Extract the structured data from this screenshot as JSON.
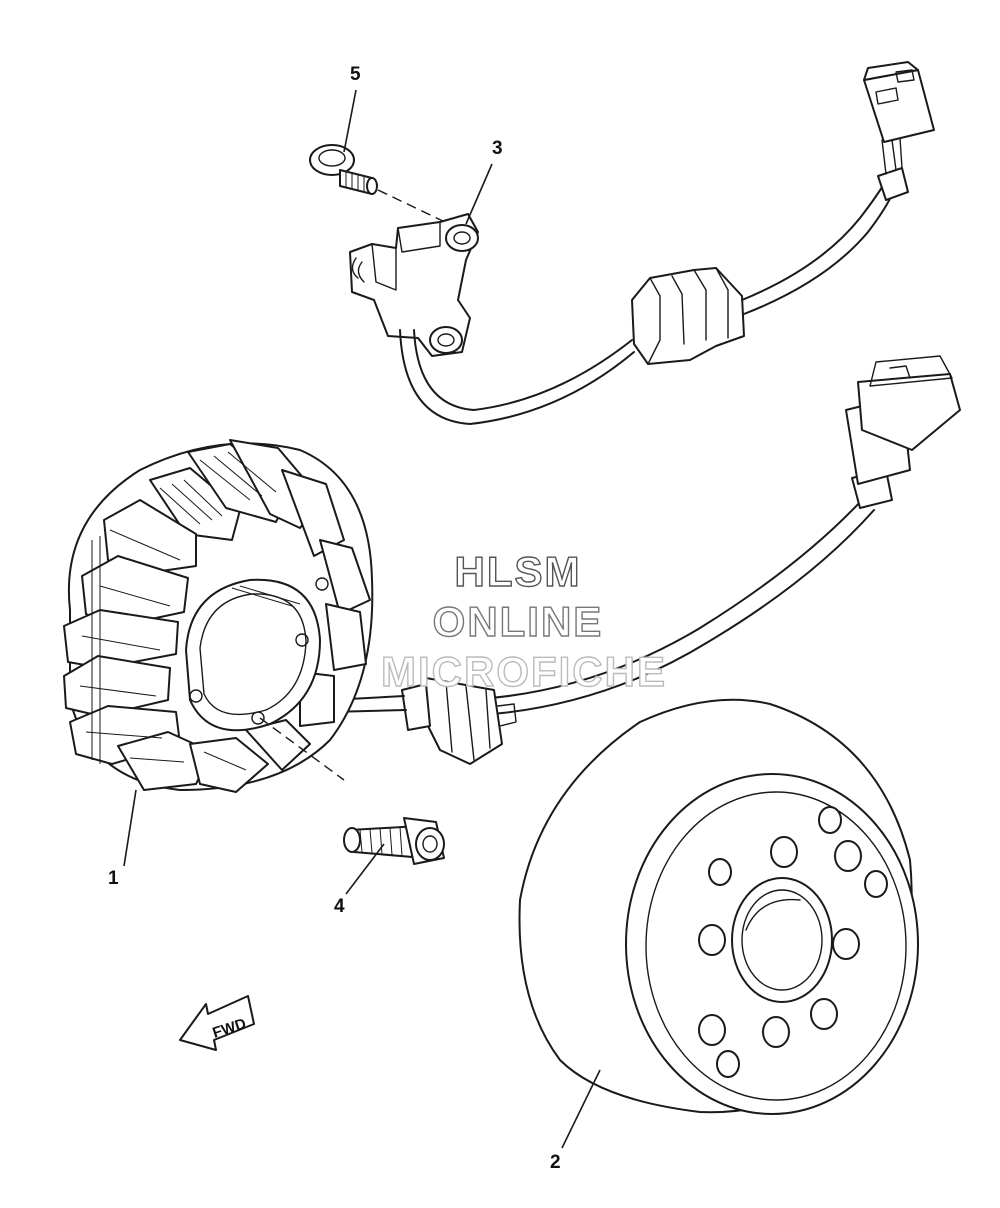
{
  "callouts": {
    "c1": "1",
    "c2": "2",
    "c3": "3",
    "c4": "4",
    "c5": "5"
  },
  "watermark": {
    "line1": "HLSM",
    "line2": "ONLINE",
    "line3": "MICROFICHE",
    "color_line1": "#555555",
    "color_line2": "#777777",
    "color_line3": "#bbbbbb"
  },
  "direction_marker": {
    "label": "FWD"
  },
  "colors": {
    "ink": "#1a1a1a",
    "background": "#ffffff"
  }
}
